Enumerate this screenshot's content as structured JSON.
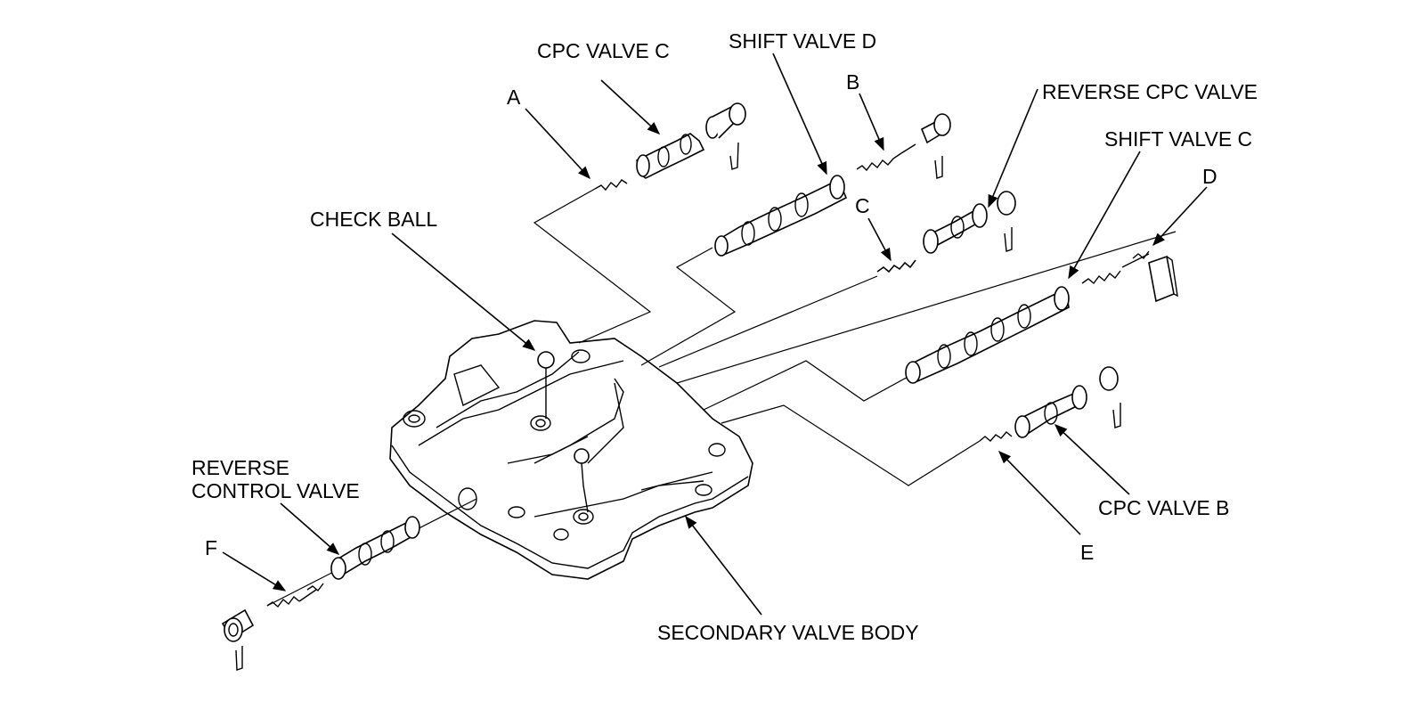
{
  "labels": {
    "cpc_valve_c": "CPC VALVE C",
    "shift_valve_d": "SHIFT VALVE D",
    "a": "A",
    "b": "B",
    "reverse_cpc_valve": "REVERSE CPC VALVE",
    "shift_valve_c": "SHIFT VALVE C",
    "c": "C",
    "d": "D",
    "check_ball": "CHECK BALL",
    "reverse_control_valve": "REVERSE\nCONTROL VALVE",
    "f": "F",
    "cpc_valve_b": "CPC VALVE B",
    "e": "E",
    "secondary_valve_body": "SECONDARY VALVE BODY"
  },
  "colors": {
    "ink": "#000000",
    "paper": "#ffffff"
  }
}
